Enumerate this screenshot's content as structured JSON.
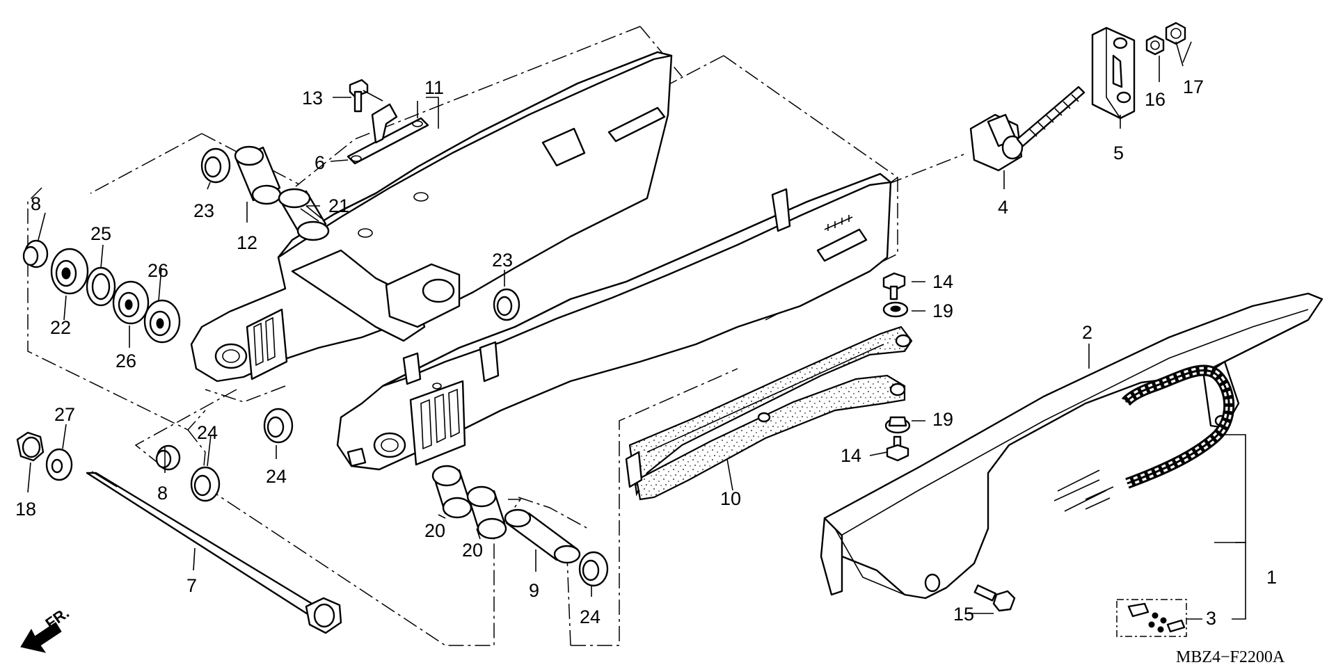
{
  "diagram": {
    "code": "MBZ4−F2200A",
    "front_arrow_label": "FR.",
    "callouts": {
      "c1": "1",
      "c2": "2",
      "c3": "3",
      "c4": "4",
      "c5": "5",
      "c6": "6",
      "c7": "7",
      "c8a": "8",
      "c8b": "8",
      "c9": "9",
      "c10": "10",
      "c11": "11",
      "c12": "12",
      "c13": "13",
      "c14a": "14",
      "c14b": "14",
      "c15": "15",
      "c16": "16",
      "c17": "17",
      "c18": "18",
      "c19a": "19",
      "c19b": "19",
      "c20a": "20",
      "c20b": "20",
      "c21": "21",
      "c22": "22",
      "c23a": "23",
      "c23b": "23",
      "c24a": "24",
      "c24b": "24",
      "c24c": "24",
      "c25": "25",
      "c26a": "26",
      "c26b": "26",
      "c27": "27"
    }
  }
}
